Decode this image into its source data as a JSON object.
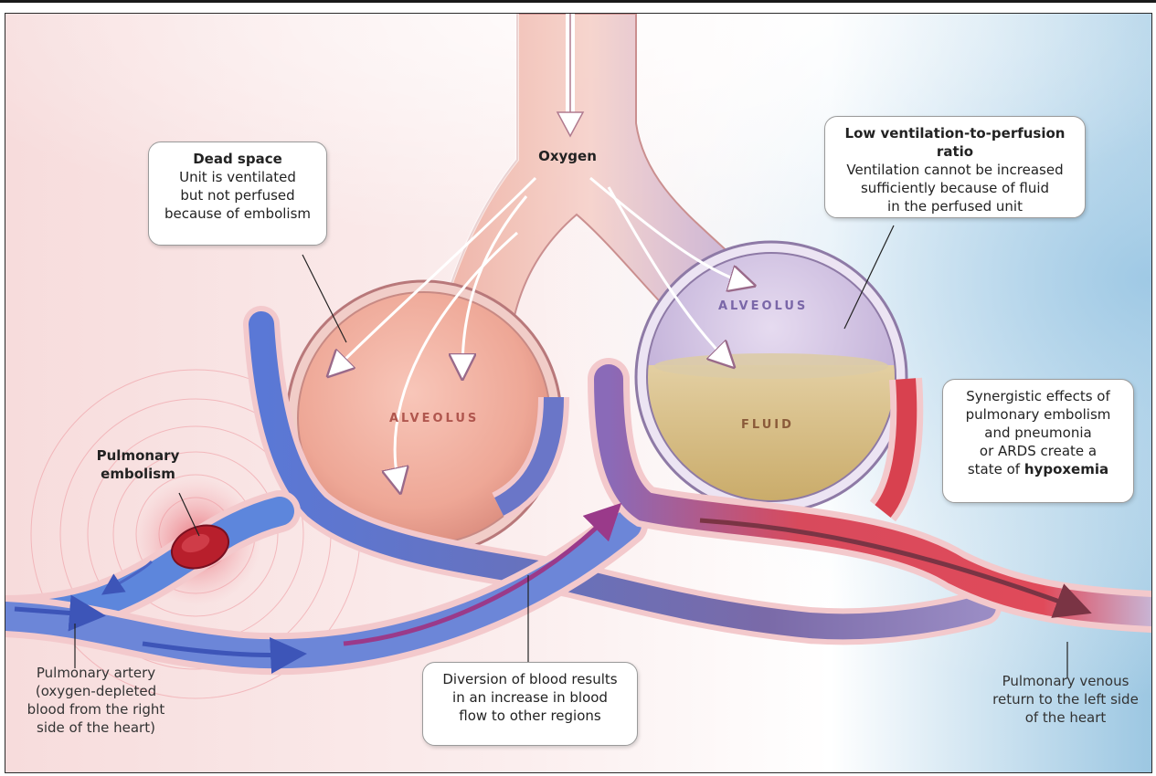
{
  "labels": {
    "oxygen": "Oxygen",
    "alveolus_left": "ALVEOLUS",
    "alveolus_right": "ALVEOLUS",
    "fluid": "FLUID",
    "embolism_line1": "Pulmonary",
    "embolism_line2": "embolism"
  },
  "callouts": {
    "dead_space": {
      "title": "Dead space",
      "lines": [
        "Unit is ventilated",
        "but not perfused",
        "because of embolism"
      ]
    },
    "low_vq": {
      "title": "Low ventilation-to-perfusion ratio",
      "lines": [
        "Ventilation cannot be increased",
        "sufficiently because of fluid",
        "in the perfused unit"
      ]
    },
    "synergy": {
      "lines": [
        "Synergistic effects of",
        "pulmonary embolism",
        "and pneumonia",
        "or ARDS create a",
        "state of"
      ],
      "bold": "hypoxemia"
    },
    "diversion": {
      "lines": [
        "Diversion of blood results",
        "in an increase in blood",
        "flow to other regions"
      ]
    }
  },
  "captions": {
    "artery": [
      "Pulmonary artery",
      "(oxygen-depleted",
      "blood from the right",
      "side of the heart)"
    ],
    "venous": [
      "Pulmonary venous",
      "return to the left side",
      "of the heart"
    ]
  },
  "colors": {
    "alveolus_pink": "#f2a99a",
    "alveolus_purple": "#cbb8dc",
    "fluid": "#d8c08a",
    "vein_blue": "#4f63b5",
    "vein_red": "#d2394a",
    "background_blue": "#a9cfe6",
    "background_pink": "#f6d7d8"
  }
}
